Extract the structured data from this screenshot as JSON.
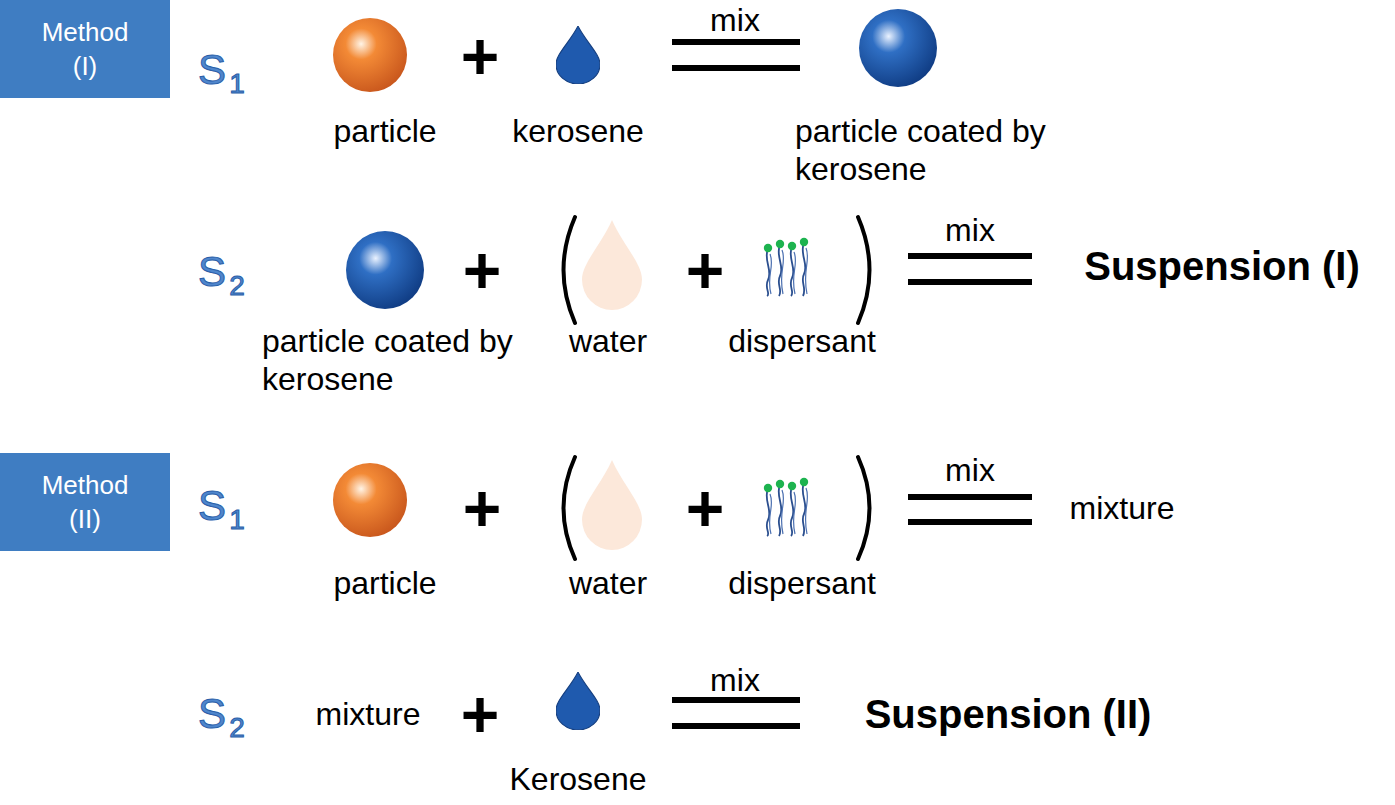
{
  "diagram": {
    "nodes": [
      {
        "text": [
          "Method (I)"
        ]
      },
      {
        "text": [
          "particle"
        ]
      },
      {
        "text": [
          "kerosene"
        ]
      },
      {
        "text": [
          "particle coated by kerosene"
        ]
      },
      {
        "text": [
          "particle coated by kerosene"
        ]
      },
      {
        "text": [
          "water"
        ]
      },
      {
        "text": [
          "dispersant"
        ]
      },
      {
        "text": [
          "Method (II)"
        ]
      },
      {
        "text": [
          "particle"
        ]
      },
      {
        "text": [
          "water"
        ]
      },
      {
        "text": [
          "dispersant"
        ]
      },
      {
        "text": [
          "Kerosene"
        ]
      }
    ],
    "labels": [
      "S",
      "1",
      "+",
      "mix",
      "S",
      "2",
      "+",
      "+",
      "mix",
      "Suspension (I)",
      "S",
      "1",
      "+",
      "+",
      "mix",
      "mixture",
      "S",
      "2",
      "mixture",
      "+",
      "mix",
      "Suspension (II)"
    ]
  }
}
